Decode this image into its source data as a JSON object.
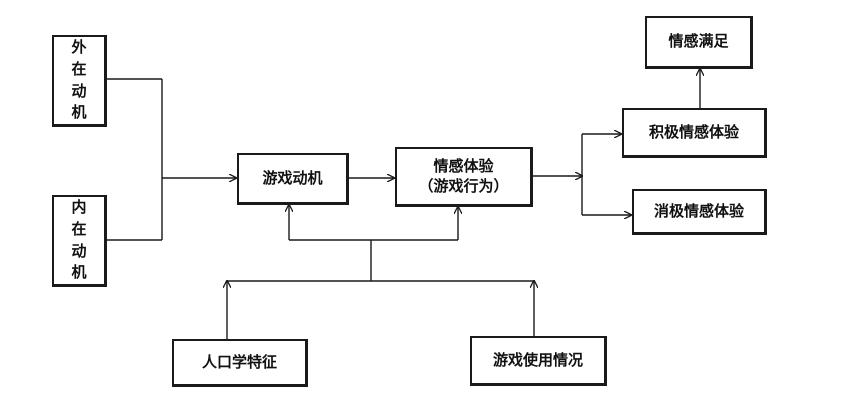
{
  "nodes": {
    "external_motive": [
      "外",
      "在",
      "动",
      "机"
    ],
    "internal_motive": [
      "内",
      "在",
      "动",
      "机"
    ],
    "game_motive": "游戏动机",
    "emotional_experience": {
      "line1": "情感体验",
      "line2": "（游戏行为）"
    },
    "emotional_satisfaction": "情感满足",
    "positive_experience": "积极情感体验",
    "negative_experience": "消极情感体验",
    "demographics": "人口学特征",
    "game_usage": "游戏使用情况"
  }
}
